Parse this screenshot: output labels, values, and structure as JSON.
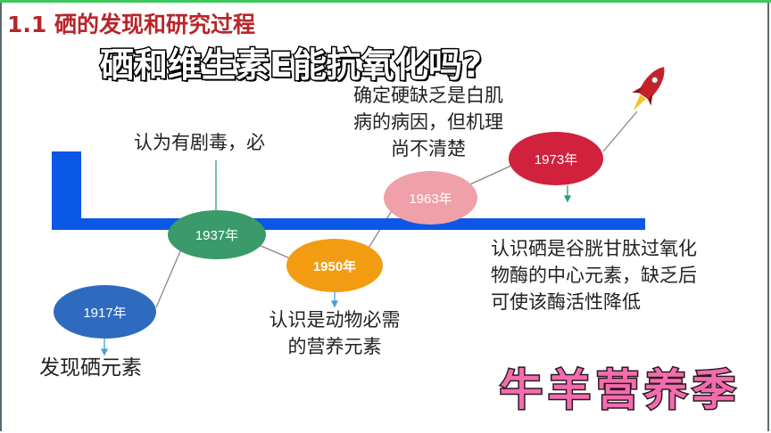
{
  "slide": {
    "title": "1.1 硒的发现和研究过程",
    "timeline": [
      {
        "year": "1917年",
        "color": "#2e6bbf",
        "desc": [
          "发现硒元素"
        ]
      },
      {
        "year": "1937年",
        "color": "#3a9a6a",
        "desc": [
          "认为有剧毒，必"
        ]
      },
      {
        "year": "1950年",
        "color": "#f39c12",
        "desc": [
          "认识是动物必需",
          "的营养元素"
        ]
      },
      {
        "year": "1963年",
        "color": "#f0a0a8",
        "desc": [
          "确定硬缺乏是白肌",
          "病的病因，但机理",
          "尚不清楚"
        ]
      },
      {
        "year": "1973年",
        "color": "#d2213c",
        "desc": [
          "认识硒是谷胱甘肽过氧化",
          "物酶的中心元素，缺乏后",
          "可使该酶活性降低"
        ]
      }
    ],
    "rocket_icon": "rocket-icon"
  },
  "overlay": {
    "headline": "硒和维生素E能抗氧化吗?",
    "brand": "牛羊营养季"
  }
}
